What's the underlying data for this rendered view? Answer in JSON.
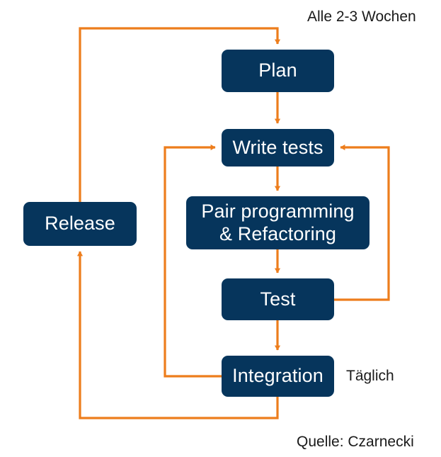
{
  "diagram": {
    "title_note": "Alle 2-3 Wochen",
    "daily_note": "Täglich",
    "source_note": "Quelle: Czarnecki",
    "colors": {
      "node_fill": "#06355c",
      "node_text": "#ffffff",
      "connector": "#ed7d1c",
      "background": "#ffffff",
      "note_text": "#1a1a1a"
    },
    "nodes": [
      {
        "id": "plan",
        "label": "Plan"
      },
      {
        "id": "write-tests",
        "label": "Write tests"
      },
      {
        "id": "pair",
        "label_line1": "Pair programming",
        "label_line2": "& Refactoring"
      },
      {
        "id": "test",
        "label": "Test"
      },
      {
        "id": "integration",
        "label": "Integration"
      },
      {
        "id": "release",
        "label": "Release"
      }
    ],
    "connections": [
      {
        "from": "plan",
        "to": "write-tests",
        "kind": "direct-down"
      },
      {
        "from": "write-tests",
        "to": "pair",
        "kind": "direct-down"
      },
      {
        "from": "pair",
        "to": "test",
        "kind": "direct-down"
      },
      {
        "from": "test",
        "to": "integration",
        "kind": "direct-down"
      },
      {
        "from": "test",
        "to": "write-tests",
        "kind": "right-loop-back"
      },
      {
        "from": "integration",
        "to": "write-tests",
        "kind": "left-loop-back"
      },
      {
        "from": "integration",
        "to": "release",
        "kind": "bottom-left-loop"
      },
      {
        "from": "release",
        "to": "plan",
        "kind": "top-left-loop"
      }
    ]
  }
}
